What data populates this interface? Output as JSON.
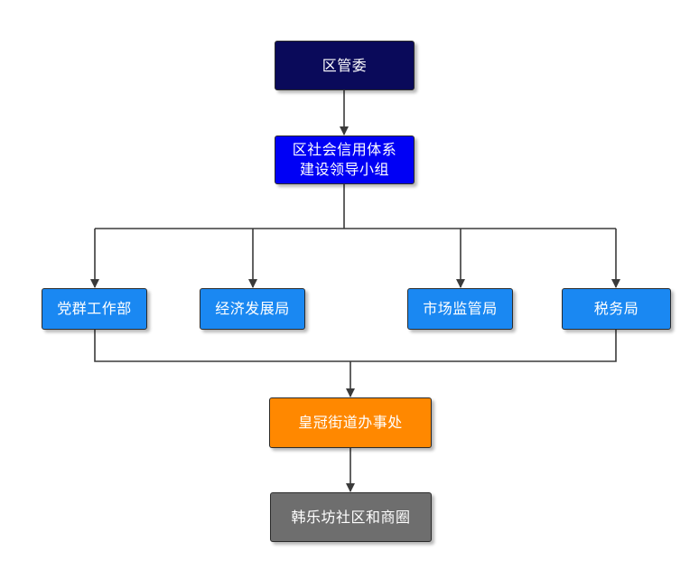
{
  "colors": {
    "top": "#0a0a5a",
    "group": "#0000f5",
    "dept": "#1a88f2",
    "street": "#ff8800",
    "community": "#6e6e6e",
    "line": "#3a3a3a"
  },
  "nodes": {
    "top": "区管委",
    "group": "区社会信用体系\n建设领导小组",
    "departments": [
      "党群工作部",
      "经济发展局",
      "市场监管局",
      "税务局"
    ],
    "street": "皇冠街道办事处",
    "community": "韩乐坊社区和商圈"
  }
}
